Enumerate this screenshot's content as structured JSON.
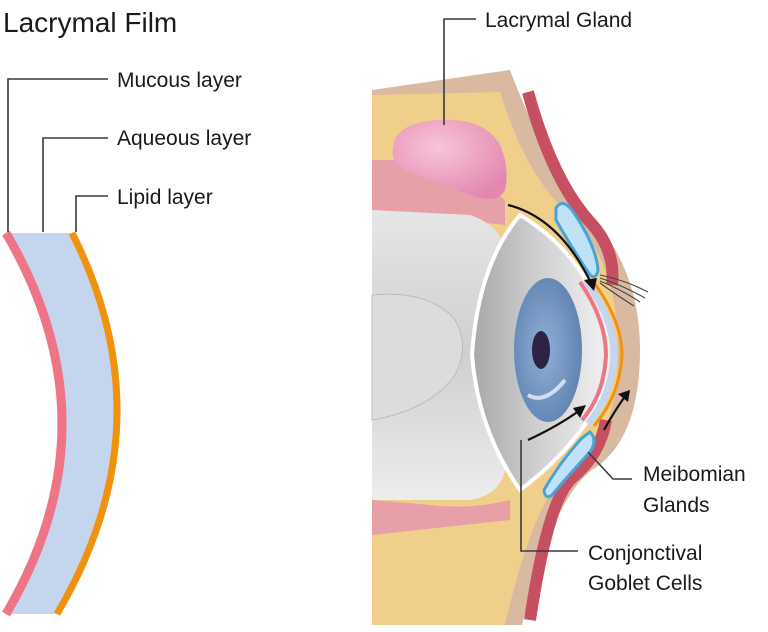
{
  "title": "Lacrymal Film",
  "labels": {
    "mucous_layer": "Mucous layer",
    "aqueous_layer": "Aqueous layer",
    "lipid_layer": "Lipid layer",
    "lacrymal_gland": "Lacrymal Gland",
    "meibomian_line1": "Meibomian",
    "meibomian_line2": "Glands",
    "goblet_line1": "Conjonctival",
    "goblet_line2": "Goblet Cells"
  },
  "colors": {
    "mucous": "#ee7585",
    "aqueous": "#c5d5ee",
    "lipid": "#f1920d",
    "lacrymal_gland": "#ec9bbd",
    "eyelid_fat": "#efcf89",
    "skin": "#d9b99f",
    "muscle": "#c64f62",
    "sclera": "#d4d4d4",
    "iris": "#7394be",
    "pupil": "#2c2346",
    "meibomian": "#4aa3d8"
  }
}
